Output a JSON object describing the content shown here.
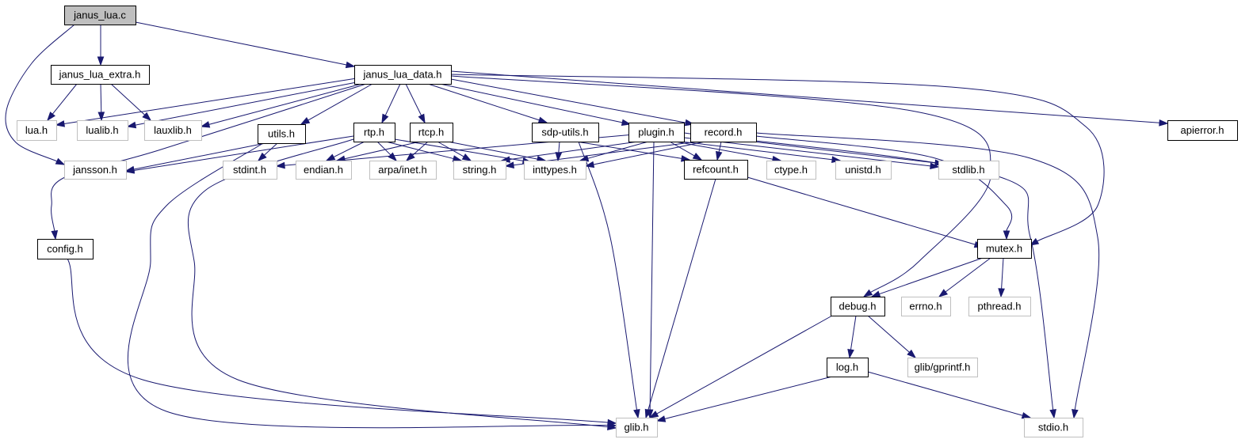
{
  "graph": {
    "colors": {
      "edge": "#191970",
      "root_fill": "#bfbfbf",
      "documented_border": "#000000",
      "undocumented_border": "#bfbfbf",
      "node_fill": "#ffffff",
      "text": "#000000"
    },
    "nodes": [
      {
        "id": "janus_lua_c",
        "label": "janus_lua.c",
        "kind": "root"
      },
      {
        "id": "janus_lua_extra_h",
        "label": "janus_lua_extra.h",
        "kind": "documented"
      },
      {
        "id": "janus_lua_data_h",
        "label": "janus_lua_data.h",
        "kind": "documented"
      },
      {
        "id": "lua_h",
        "label": "lua.h",
        "kind": "undocumented"
      },
      {
        "id": "lualib_h",
        "label": "lualib.h",
        "kind": "undocumented"
      },
      {
        "id": "lauxlib_h",
        "label": "lauxlib.h",
        "kind": "undocumented"
      },
      {
        "id": "utils_h",
        "label": "utils.h",
        "kind": "documented"
      },
      {
        "id": "rtp_h",
        "label": "rtp.h",
        "kind": "documented"
      },
      {
        "id": "rtcp_h",
        "label": "rtcp.h",
        "kind": "documented"
      },
      {
        "id": "sdp_utils_h",
        "label": "sdp-utils.h",
        "kind": "documented"
      },
      {
        "id": "plugin_h",
        "label": "plugin.h",
        "kind": "documented"
      },
      {
        "id": "record_h",
        "label": "record.h",
        "kind": "documented"
      },
      {
        "id": "apierror_h",
        "label": "apierror.h",
        "kind": "documented"
      },
      {
        "id": "jansson_h",
        "label": "jansson.h",
        "kind": "undocumented"
      },
      {
        "id": "stdint_h",
        "label": "stdint.h",
        "kind": "undocumented"
      },
      {
        "id": "endian_h",
        "label": "endian.h",
        "kind": "undocumented"
      },
      {
        "id": "arpa_inet_h",
        "label": "arpa/inet.h",
        "kind": "undocumented"
      },
      {
        "id": "string_h",
        "label": "string.h",
        "kind": "undocumented"
      },
      {
        "id": "inttypes_h",
        "label": "inttypes.h",
        "kind": "undocumented"
      },
      {
        "id": "refcount_h",
        "label": "refcount.h",
        "kind": "documented"
      },
      {
        "id": "ctype_h",
        "label": "ctype.h",
        "kind": "undocumented"
      },
      {
        "id": "unistd_h",
        "label": "unistd.h",
        "kind": "undocumented"
      },
      {
        "id": "stdlib_h",
        "label": "stdlib.h",
        "kind": "undocumented"
      },
      {
        "id": "config_h",
        "label": "config.h",
        "kind": "documented"
      },
      {
        "id": "mutex_h",
        "label": "mutex.h",
        "kind": "documented"
      },
      {
        "id": "debug_h",
        "label": "debug.h",
        "kind": "documented"
      },
      {
        "id": "errno_h",
        "label": "errno.h",
        "kind": "undocumented"
      },
      {
        "id": "pthread_h",
        "label": "pthread.h",
        "kind": "undocumented"
      },
      {
        "id": "log_h",
        "label": "log.h",
        "kind": "documented"
      },
      {
        "id": "glib_gprintf_h",
        "label": "glib/gprintf.h",
        "kind": "undocumented"
      },
      {
        "id": "glib_h",
        "label": "glib.h",
        "kind": "undocumented"
      },
      {
        "id": "stdio_h",
        "label": "stdio.h",
        "kind": "undocumented"
      }
    ],
    "edges": [
      [
        "janus_lua_c",
        "janus_lua_extra_h"
      ],
      [
        "janus_lua_c",
        "janus_lua_data_h"
      ],
      [
        "janus_lua_c",
        "jansson_h"
      ],
      [
        "janus_lua_extra_h",
        "lua_h"
      ],
      [
        "janus_lua_extra_h",
        "lualib_h"
      ],
      [
        "janus_lua_extra_h",
        "lauxlib_h"
      ],
      [
        "janus_lua_data_h",
        "lua_h"
      ],
      [
        "janus_lua_data_h",
        "lualib_h"
      ],
      [
        "janus_lua_data_h",
        "lauxlib_h"
      ],
      [
        "janus_lua_data_h",
        "utils_h"
      ],
      [
        "janus_lua_data_h",
        "rtp_h"
      ],
      [
        "janus_lua_data_h",
        "rtcp_h"
      ],
      [
        "janus_lua_data_h",
        "sdp_utils_h"
      ],
      [
        "janus_lua_data_h",
        "plugin_h"
      ],
      [
        "janus_lua_data_h",
        "record_h"
      ],
      [
        "janus_lua_data_h",
        "apierror_h"
      ],
      [
        "janus_lua_data_h",
        "config_h"
      ],
      [
        "janus_lua_data_h",
        "debug_h"
      ],
      [
        "janus_lua_data_h",
        "mutex_h"
      ],
      [
        "utils_h",
        "jansson_h"
      ],
      [
        "utils_h",
        "stdint_h"
      ],
      [
        "utils_h",
        "glib_h"
      ],
      [
        "rtp_h",
        "jansson_h"
      ],
      [
        "rtp_h",
        "endian_h"
      ],
      [
        "rtp_h",
        "arpa_inet_h"
      ],
      [
        "rtp_h",
        "string_h"
      ],
      [
        "rtp_h",
        "inttypes_h"
      ],
      [
        "rtp_h",
        "glib_h"
      ],
      [
        "rtcp_h",
        "endian_h"
      ],
      [
        "rtcp_h",
        "arpa_inet_h"
      ],
      [
        "rtcp_h",
        "string_h"
      ],
      [
        "rtcp_h",
        "inttypes_h"
      ],
      [
        "sdp_utils_h",
        "inttypes_h"
      ],
      [
        "sdp_utils_h",
        "refcount_h"
      ],
      [
        "sdp_utils_h",
        "glib_h"
      ],
      [
        "plugin_h",
        "stdint_h"
      ],
      [
        "plugin_h",
        "string_h"
      ],
      [
        "plugin_h",
        "inttypes_h"
      ],
      [
        "plugin_h",
        "refcount_h"
      ],
      [
        "plugin_h",
        "ctype_h"
      ],
      [
        "plugin_h",
        "unistd_h"
      ],
      [
        "plugin_h",
        "stdlib_h"
      ],
      [
        "plugin_h",
        "stdio_h"
      ],
      [
        "plugin_h",
        "glib_h"
      ],
      [
        "record_h",
        "string_h"
      ],
      [
        "record_h",
        "inttypes_h"
      ],
      [
        "record_h",
        "refcount_h"
      ],
      [
        "record_h",
        "stdlib_h"
      ],
      [
        "record_h",
        "mutex_h"
      ],
      [
        "record_h",
        "stdio_h"
      ],
      [
        "refcount_h",
        "mutex_h"
      ],
      [
        "refcount_h",
        "glib_h"
      ],
      [
        "config_h",
        "glib_h"
      ],
      [
        "mutex_h",
        "debug_h"
      ],
      [
        "mutex_h",
        "errno_h"
      ],
      [
        "mutex_h",
        "pthread_h"
      ],
      [
        "debug_h",
        "log_h"
      ],
      [
        "debug_h",
        "glib_gprintf_h"
      ],
      [
        "debug_h",
        "glib_h"
      ],
      [
        "log_h",
        "glib_h"
      ],
      [
        "log_h",
        "stdio_h"
      ]
    ]
  }
}
